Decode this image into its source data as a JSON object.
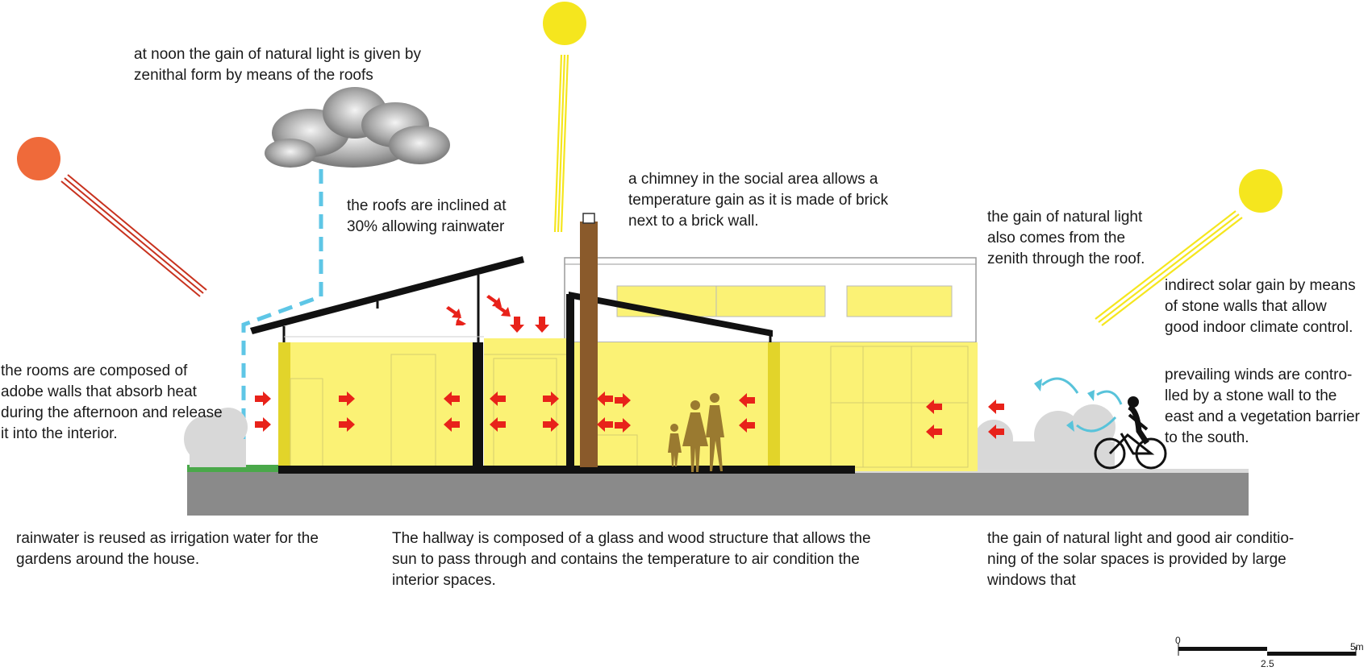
{
  "annotations": {
    "noon_light": "at noon the gain of natural light is given by\nzenithal form by means of the roofs",
    "roofs_inclined": "the roofs are inclined at\n30% allowing rainwater",
    "chimney": "a chimney in the social area allows a\ntemperature gain as it is made of brick\nnext to a brick wall.",
    "zenith_light": "the gain of natural light\nalso comes from the\nzenith through the roof.",
    "indirect_gain": "indirect solar gain by means\nof stone walls that allow\ngood indoor climate control.",
    "prevailing_winds": "prevailing winds are contro-\nlled by a stone wall to the\neast and a vegetation barrier\nto the south.",
    "adobe_walls": "the rooms are composed of\nadobe walls that absorb heat\nduring the afternoon and release\nit into the interior.",
    "rainwater": "rainwater is reused as irrigation water for the\ngardens around the house.",
    "hallway": "The hallway is composed of a glass and wood structure that allows the\nsun to pass through and contains the temperature to air condition the\ninterior spaces.",
    "solar_spaces": "the gain of natural light and good air conditio-\nning of the solar spaces is provided by large\nwindows that"
  },
  "scale_bar": {
    "start": "0",
    "middle": "2.5",
    "end": "5m"
  },
  "colors": {
    "sun_afternoon": "#ef6a3a",
    "sun_noon": "#f5e61e",
    "glazing": "#fbf275",
    "rain": "#5ec6e6",
    "heat_arrow": "#e8221a",
    "chimney": "#8a5a2b",
    "ground": "#8a8a8a",
    "structure": "#111111",
    "wind": "#58c3da"
  }
}
